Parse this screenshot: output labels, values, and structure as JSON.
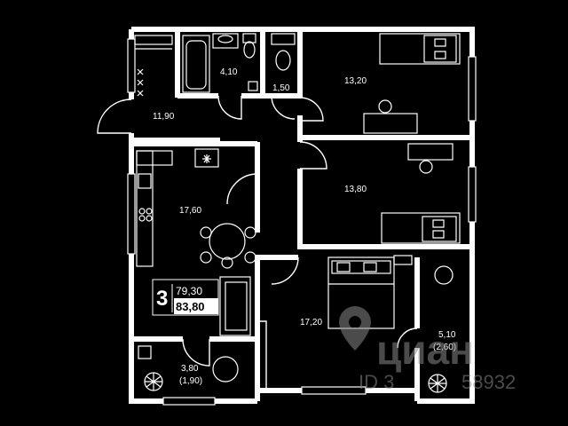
{
  "rooms": {
    "corridor": "11,90",
    "bathroom": "4,10",
    "toilet": "1,50",
    "bedroom_top": "13,20",
    "kitchen": "17,60",
    "bedroom_mid": "13,80",
    "living_room": "17,20",
    "balcony_left_area": "3,80",
    "balcony_left_reduced": "(1,90)",
    "balcony_right_area": "5,10",
    "balcony_right_reduced": "(2,60)"
  },
  "summary": {
    "rooms_count": "3",
    "living_area": "79,30",
    "total_area": "83,80"
  },
  "watermark": {
    "brand": "циан",
    "id": "ID 3",
    "id_tail": "58932"
  },
  "colors": {
    "background": "#000000",
    "lines": "#ffffff"
  },
  "icons": [
    "location-pin-icon",
    "stove-burners-icon",
    "sink-icon",
    "plant-icon",
    "pillow-icon"
  ]
}
